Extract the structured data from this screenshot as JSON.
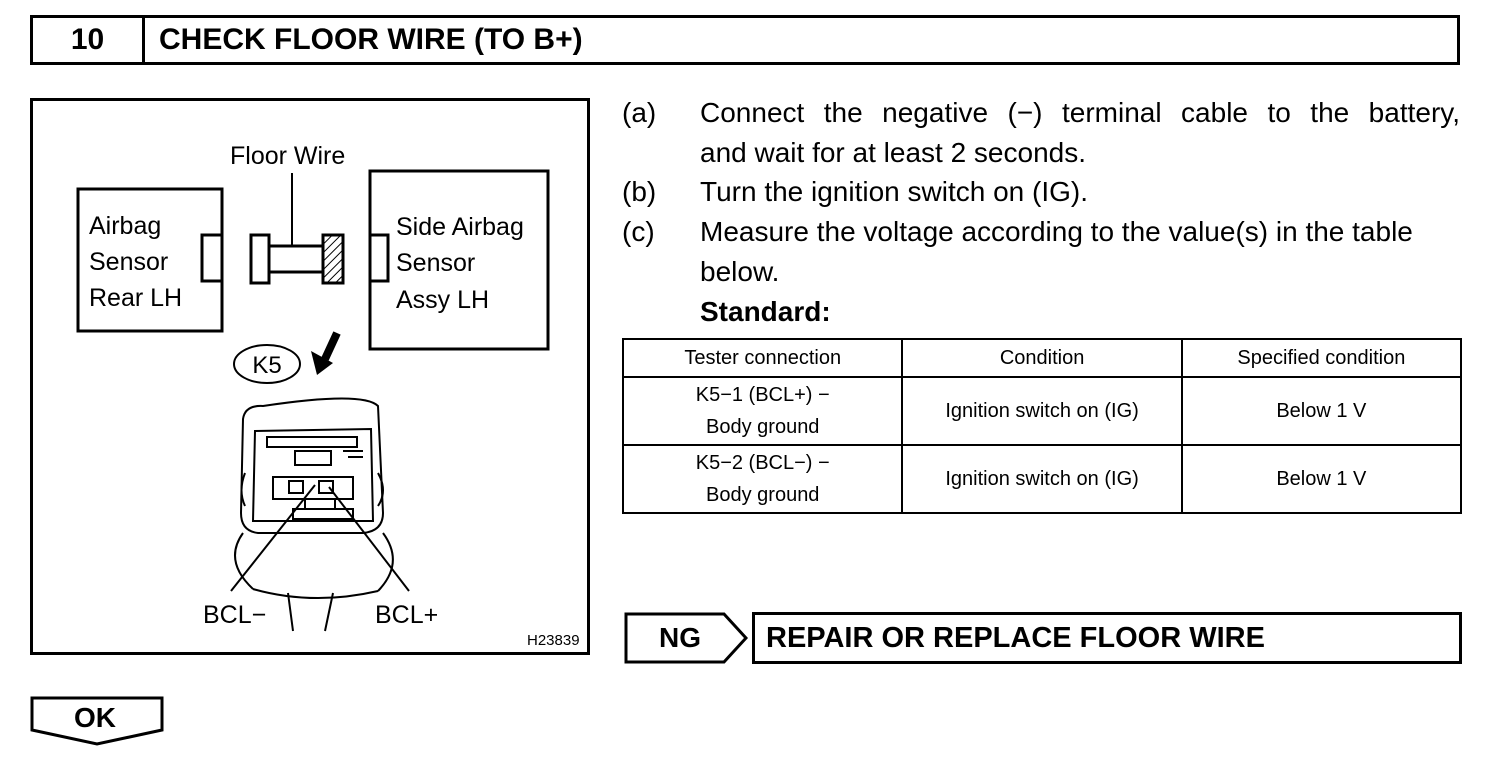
{
  "header": {
    "step_number": "10",
    "title": "CHECK FLOOR WIRE (TO B+)"
  },
  "figure": {
    "floor_wire_label": "Floor Wire",
    "left_component": [
      "Airbag",
      "Sensor",
      "Rear LH"
    ],
    "right_component": [
      "Side Airbag",
      "Sensor",
      "Assy LH"
    ],
    "connector_id": "K5",
    "terminal_minus": "BCL−",
    "terminal_plus": "BCL+",
    "figure_code": "H23839"
  },
  "instructions": [
    {
      "letter": "(a)",
      "lines": [
        "Connect the negative (−) terminal cable to the battery,",
        "and wait for at least 2 seconds."
      ]
    },
    {
      "letter": "(b)",
      "lines": [
        "Turn the ignition switch on (IG)."
      ]
    },
    {
      "letter": "(c)",
      "lines": [
        "Measure the voltage according to the value(s) in the table",
        "below."
      ]
    }
  ],
  "standard_label": "Standard:",
  "table": {
    "headers": [
      "Tester connection",
      "Condition",
      "Specified condition"
    ],
    "rows": [
      {
        "connection": [
          "K5−1 (BCL+) −",
          "Body ground"
        ],
        "condition": "Ignition switch on (IG)",
        "specified": "Below 1 V"
      },
      {
        "connection": [
          "K5−2 (BCL−) −",
          "Body ground"
        ],
        "condition": "Ignition switch on (IG)",
        "specified": "Below 1 V"
      }
    ]
  },
  "ng_result": {
    "label": "NG",
    "action": "REPAIR OR REPLACE FLOOR WIRE"
  },
  "ok_result": {
    "label": "OK"
  }
}
